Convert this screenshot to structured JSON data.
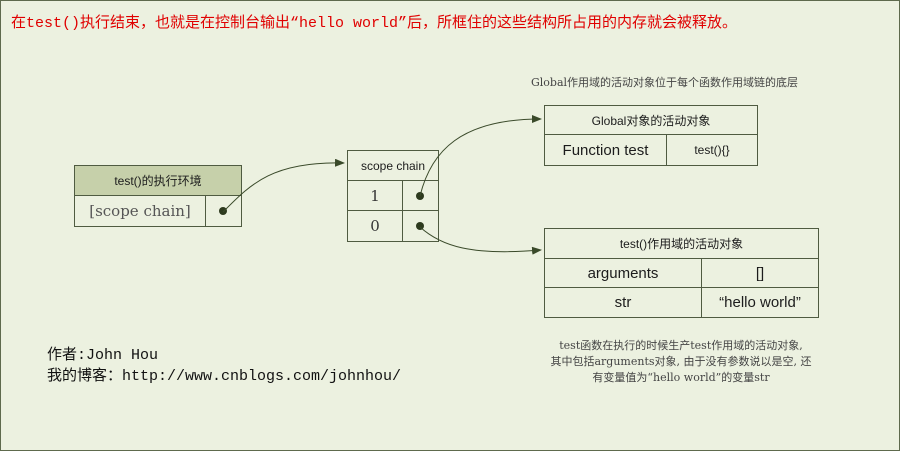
{
  "header": "在test()执行结束，也就是在控制台输出“hello world”后，所框住的这些结构所占用的内存就会被释放。",
  "global_note": "Global作用域的活动对象位于每个函数作用域链的底层",
  "exec_context": {
    "title": "test()的执行环境",
    "scope_label": "[scope chain]"
  },
  "scope_chain": {
    "title": "scope chain",
    "rows": [
      "1",
      "0"
    ]
  },
  "global_ao": {
    "title": "Global对象的活动对象",
    "key": "Function test",
    "value": "test(){}"
  },
  "test_ao": {
    "title": "test()作用域的活动对象",
    "rows": [
      {
        "key": "arguments",
        "value": "[]"
      },
      {
        "key": "str",
        "value": "“hello world”"
      }
    ]
  },
  "test_note": [
    "test函数在执行的时候生产test作用域的活动对象,",
    "其中包括arguments对象, 由于没有参数说以是空, 还",
    "有变量值为“hello world”的变量str"
  ],
  "author": {
    "line1": "作者:John Hou",
    "line2": "我的博客：http://www.cnblogs.com/johnhou/"
  },
  "colors": {
    "background": "#ecf1e0",
    "header_text": "#e00000",
    "box_border": "#4f5b41",
    "exec_title_bg": "#c6d0aa"
  }
}
